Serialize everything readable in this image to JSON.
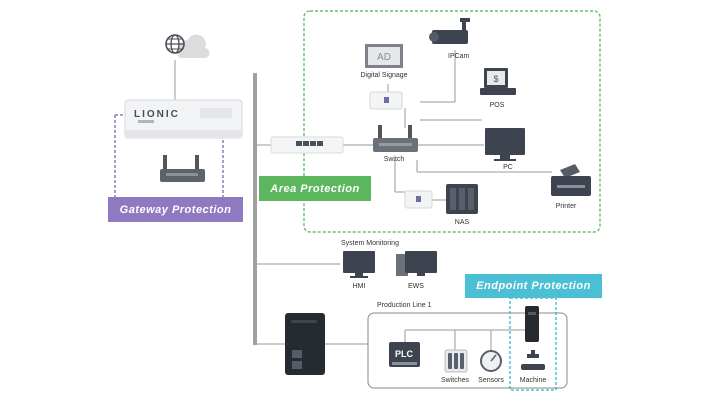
{
  "badges": {
    "gateway": "Gateway Protection",
    "area": "Area Protection",
    "endpoint": "Endpoint Protection"
  },
  "devices": {
    "signage_screen": "AD",
    "digital_signage": "Digital Signage",
    "ipcam": "IPCam",
    "pos": "POS",
    "pos_symbol": "$",
    "switch": "Switch",
    "pc": "PC",
    "printer": "Printer",
    "nas": "NAS",
    "system_monitoring": "System Monitoring",
    "hmi": "HMI",
    "ews": "EWS",
    "production_line": "Production Line 1",
    "plc": "PLC",
    "switches": "Switches",
    "sensors": "Sensors",
    "machine": "Machine"
  },
  "branding": {
    "gateway_logo": "LIONIC"
  },
  "colors": {
    "gateway": "#8f79c0",
    "area": "#5cb65d",
    "endpoint": "#4bbfd4",
    "line": "#9a9a9a",
    "dark_device": "#3d4450"
  },
  "icons": {
    "internet": "globe-cloud-icon",
    "gateway": "gateway-appliance-icon",
    "router": "router-icon",
    "industrial_firewall": "din-rail-firewall-icon"
  }
}
